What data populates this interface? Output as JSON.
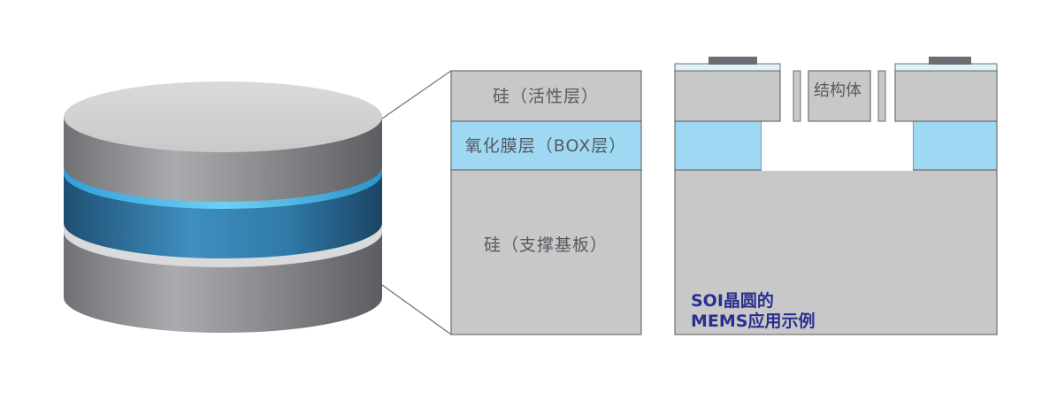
{
  "labels": {
    "silicon_active": "硅（活性层）",
    "oxide_box": "氧化膜层（BOX层）",
    "silicon_support": "硅（支撑基板）",
    "structure": "结构体"
  },
  "caption": {
    "line1": "SOI晶圆的",
    "line2": "MEMS应用示例"
  },
  "colors": {
    "silicon": "#c8c8c8",
    "oxide": "#9fd8f2",
    "caption_text": "#2a2f8f",
    "electrode": "#6a6e72",
    "outline": "#6e6e6e"
  }
}
